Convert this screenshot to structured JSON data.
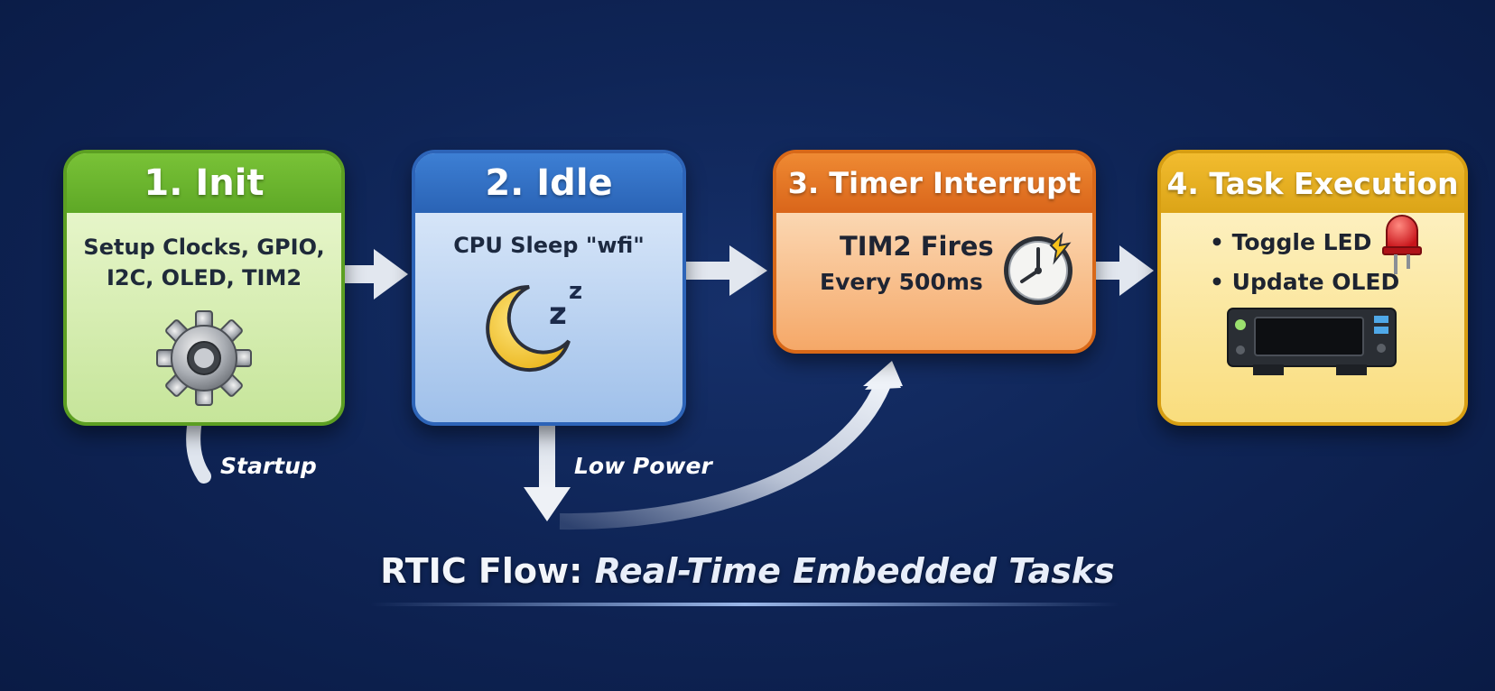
{
  "stages": [
    {
      "title": "1. Init",
      "lines": [
        "Setup Clocks, GPIO,",
        "I2C, OLED, TIM2"
      ],
      "icon": "gear-icon",
      "color": "#6ab22b"
    },
    {
      "title": "2. Idle",
      "lines": [
        "CPU Sleep \"wfi\""
      ],
      "icon": "moon-icon",
      "sleep_text": "z",
      "color": "#3372c6"
    },
    {
      "title": "3. Timer Interrupt",
      "lines": [
        "TIM2 Fires",
        "Every 500ms"
      ],
      "icon": "stopwatch-icon",
      "color": "#e27322"
    },
    {
      "title": "4. Task Execution",
      "lines": [
        "• Toggle LED",
        "• Update OLED"
      ],
      "icons": [
        "led-icon",
        "oled-display-icon"
      ],
      "color": "#e8b020"
    }
  ],
  "flow_labels": {
    "startup": "Startup",
    "low_power": "Low Power"
  },
  "footer": {
    "title_main": "RTIC Flow:",
    "title_italic": "Real-Time Embedded Tasks"
  }
}
